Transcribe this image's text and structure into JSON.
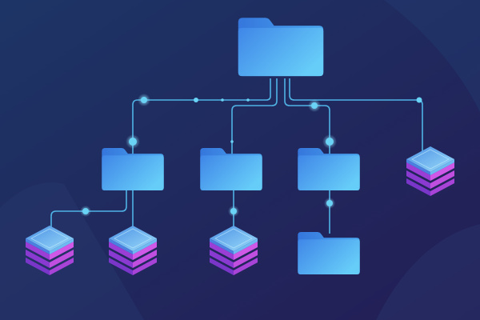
{
  "colors": {
    "background_top": "#1c3160",
    "background_bottom": "#221f55",
    "background_shape": "#26356b",
    "line": "#4fb3e6",
    "node": "#69d2f5",
    "folder_light": "#62c3f7",
    "folder_dark": "#3c82e6",
    "folder_tab": "#3f8ce9",
    "server_top_light": "#8fd6f7",
    "server_top_dark": "#4e97e8",
    "server_layer_light": "#c44fe0",
    "server_layer_dark": "#7b3fc9"
  },
  "icons": {
    "folder": "folder-icon",
    "server": "server-stack-icon",
    "node": "connector-node-icon"
  },
  "diagram": {
    "root": {
      "name": "root-folder"
    },
    "children": [
      {
        "name": "folder-left",
        "links": [
          "server-1",
          "server-2"
        ]
      },
      {
        "name": "folder-middle",
        "links": [
          "server-3"
        ]
      },
      {
        "name": "folder-right",
        "links": [
          "folder-bottom"
        ]
      },
      {
        "name": "server-right",
        "links": []
      }
    ]
  }
}
